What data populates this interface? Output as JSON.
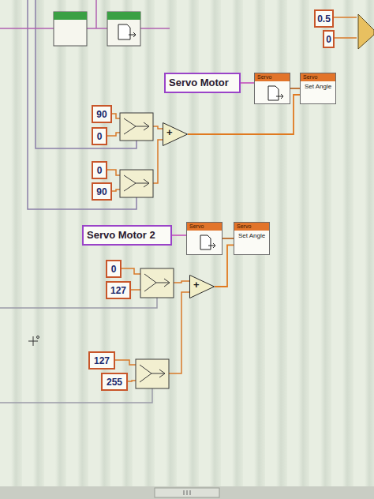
{
  "diagram": {
    "nodes": [
      {
        "text": [
          "0.5"
        ]
      },
      {
        "text": [
          "0"
        ]
      },
      {
        "text": [
          "Servo Motor"
        ]
      },
      {
        "text": [
          "Servo"
        ]
      },
      {
        "text": [
          "Servo",
          "Set Angle"
        ]
      },
      {
        "text": [
          "90"
        ]
      },
      {
        "text": [
          "0"
        ]
      },
      {
        "text": [
          "+"
        ]
      },
      {
        "text": [
          "0"
        ]
      },
      {
        "text": [
          "90"
        ]
      },
      {
        "text": [
          "Servo Motor 2"
        ]
      },
      {
        "text": [
          "Servo"
        ]
      },
      {
        "text": [
          "Servo",
          "Set Angle"
        ]
      },
      {
        "text": [
          "0"
        ]
      },
      {
        "text": [
          "127"
        ]
      },
      {
        "text": [
          "+"
        ]
      },
      {
        "text": [
          "127"
        ]
      },
      {
        "text": [
          "255"
        ]
      }
    ],
    "edges": [
      {
        "from": 2,
        "to": 3,
        "arrow": "none"
      },
      {
        "from": 3,
        "to": 4,
        "arrow": "none"
      },
      {
        "from": 7,
        "to": 4,
        "arrow": "none"
      },
      {
        "from": 10,
        "to": 11,
        "arrow": "none"
      },
      {
        "from": 11,
        "to": 12,
        "arrow": "none"
      },
      {
        "from": 15,
        "to": 12,
        "arrow": "none"
      }
    ]
  }
}
